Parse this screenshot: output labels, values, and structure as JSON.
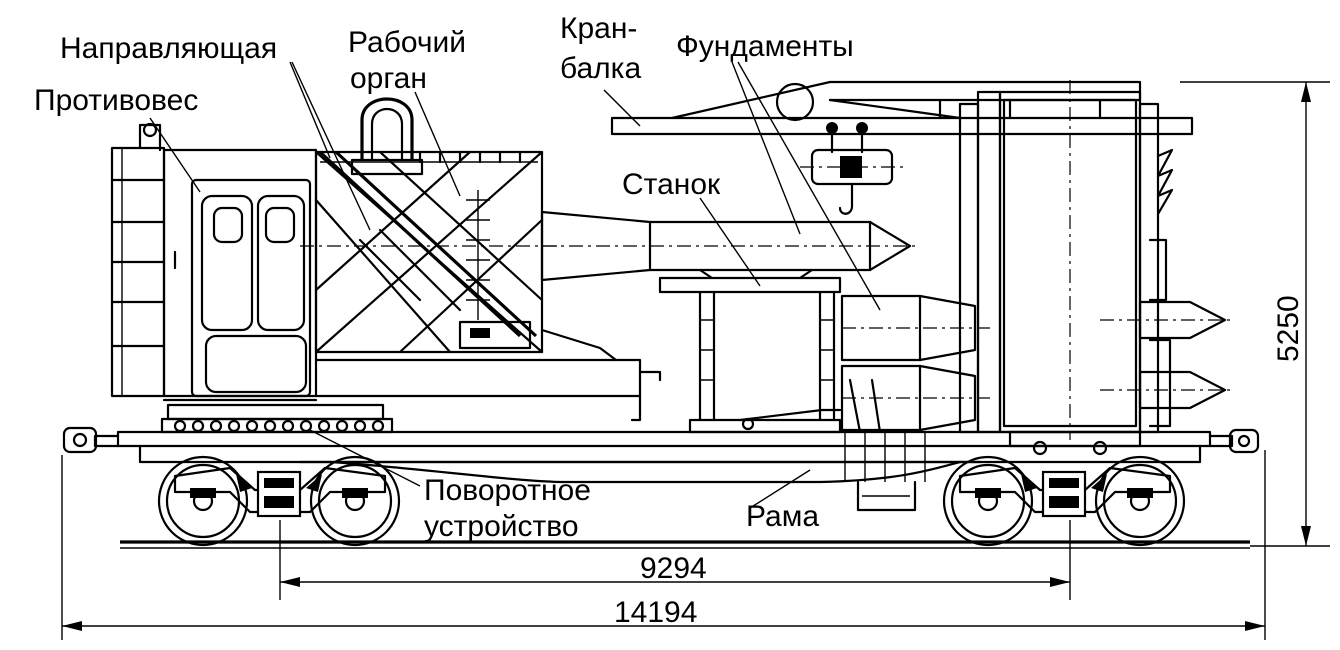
{
  "labels": {
    "guide": "Направляющая",
    "working_body_1": "Рабочий",
    "working_body_2": "орган",
    "crane_beam_1": "Кран-",
    "crane_beam_2": "балка",
    "foundations": "Фундаменты",
    "counterweight": "Противовес",
    "machine": "Станок",
    "turntable_1": "Поворотное",
    "turntable_2": "устройство",
    "frame": "Рама"
  },
  "dimensions": {
    "bogie_base": "9294",
    "overall_length": "14194",
    "height": "5250"
  }
}
